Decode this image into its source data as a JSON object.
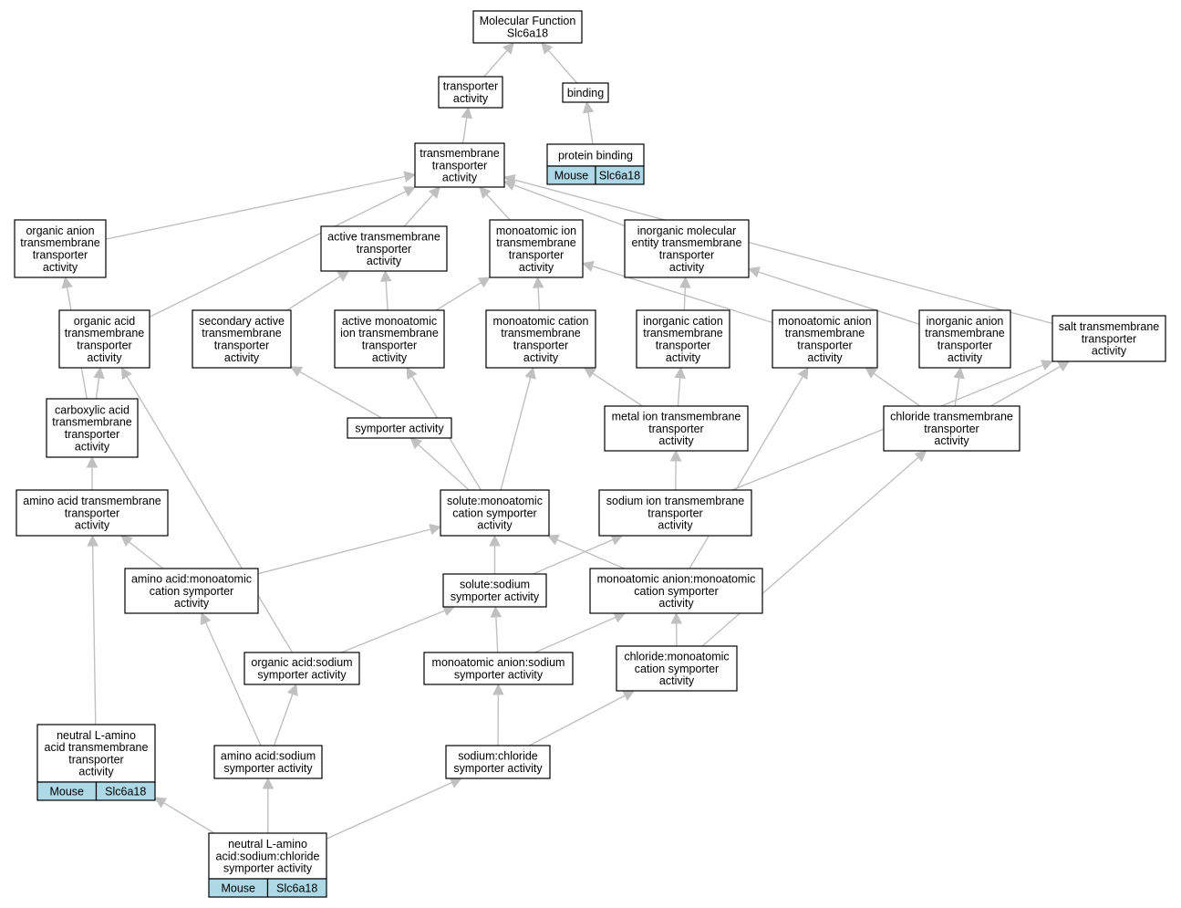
{
  "nodes": {
    "mf": {
      "lines": [
        "Molecular Function",
        "Slc6a18"
      ]
    },
    "transporter": {
      "lines": [
        "transporter",
        "activity"
      ]
    },
    "binding": {
      "lines": [
        "binding"
      ]
    },
    "protein_binding": {
      "lines": [
        "protein binding"
      ],
      "annotation": [
        "Mouse",
        "Slc6a18"
      ]
    },
    "tm_transporter": {
      "lines": [
        "transmembrane",
        "transporter",
        "activity"
      ]
    },
    "organic_anion_tm": {
      "lines": [
        "organic anion",
        "transmembrane",
        "transporter",
        "activity"
      ]
    },
    "active_tm": {
      "lines": [
        "active transmembrane",
        "transporter",
        "activity"
      ]
    },
    "monoatomic_ion_tm": {
      "lines": [
        "monoatomic ion",
        "transmembrane",
        "transporter",
        "activity"
      ]
    },
    "inorganic_molecular_tm": {
      "lines": [
        "inorganic molecular",
        "entity transmembrane",
        "transporter",
        "activity"
      ]
    },
    "organic_acid_tm": {
      "lines": [
        "organic acid",
        "transmembrane",
        "transporter",
        "activity"
      ]
    },
    "secondary_active_tm": {
      "lines": [
        "secondary active",
        "transmembrane",
        "transporter",
        "activity"
      ]
    },
    "active_monoatomic_ion_tm": {
      "lines": [
        "active monoatomic",
        "ion transmembrane",
        "transporter",
        "activity"
      ]
    },
    "monoatomic_cation_tm": {
      "lines": [
        "monoatomic cation",
        "transmembrane",
        "transporter",
        "activity"
      ]
    },
    "inorganic_cation_tm": {
      "lines": [
        "inorganic cation",
        "transmembrane",
        "transporter",
        "activity"
      ]
    },
    "monoatomic_anion_tm": {
      "lines": [
        "monoatomic anion",
        "transmembrane",
        "transporter",
        "activity"
      ]
    },
    "inorganic_anion_tm": {
      "lines": [
        "inorganic anion",
        "transmembrane",
        "transporter",
        "activity"
      ]
    },
    "salt_tm": {
      "lines": [
        "salt transmembrane",
        "transporter",
        "activity"
      ]
    },
    "carboxylic_acid_tm": {
      "lines": [
        "carboxylic acid",
        "transmembrane",
        "transporter",
        "activity"
      ]
    },
    "symporter": {
      "lines": [
        "symporter activity"
      ]
    },
    "metal_ion_tm": {
      "lines": [
        "metal ion transmembrane",
        "transporter",
        "activity"
      ]
    },
    "chloride_tm": {
      "lines": [
        "chloride transmembrane",
        "transporter",
        "activity"
      ]
    },
    "amino_acid_tm": {
      "lines": [
        "amino acid transmembrane",
        "transporter",
        "activity"
      ]
    },
    "solute_monoatomic_cation_sym": {
      "lines": [
        "solute:monoatomic",
        "cation symporter",
        "activity"
      ]
    },
    "sodium_ion_tm": {
      "lines": [
        "sodium ion transmembrane",
        "transporter",
        "activity"
      ]
    },
    "amino_acid_monoatomic_cation_sym": {
      "lines": [
        "amino acid:monoatomic",
        "cation symporter",
        "activity"
      ]
    },
    "solute_sodium_sym": {
      "lines": [
        "solute:sodium",
        "symporter activity"
      ]
    },
    "monoatomic_anion_monoatomic_cation_sym": {
      "lines": [
        "monoatomic anion:monoatomic",
        "cation symporter",
        "activity"
      ]
    },
    "organic_acid_sodium_sym": {
      "lines": [
        "organic acid:sodium",
        "symporter activity"
      ]
    },
    "monoatomic_anion_sodium_sym": {
      "lines": [
        "monoatomic anion:sodium",
        "symporter activity"
      ]
    },
    "chloride_monoatomic_cation_sym": {
      "lines": [
        "chloride:monoatomic",
        "cation symporter",
        "activity"
      ]
    },
    "neutral_l_amino_acid_tm": {
      "lines": [
        "neutral L-amino",
        "acid transmembrane",
        "transporter",
        "activity"
      ],
      "annotation": [
        "Mouse",
        "Slc6a18"
      ]
    },
    "amino_acid_sodium_sym": {
      "lines": [
        "amino acid:sodium",
        "symporter activity"
      ]
    },
    "sodium_chloride_sym": {
      "lines": [
        "sodium:chloride",
        "symporter activity"
      ]
    },
    "neutral_l_amino_acid_sodium_chloride_sym": {
      "lines": [
        "neutral L-amino",
        "acid:sodium:chloride",
        "symporter activity"
      ],
      "annotation": [
        "Mouse",
        "Slc6a18"
      ]
    }
  },
  "edges": [
    [
      "transporter",
      "mf"
    ],
    [
      "binding",
      "mf"
    ],
    [
      "protein_binding",
      "binding"
    ],
    [
      "tm_transporter",
      "transporter"
    ],
    [
      "organic_anion_tm",
      "tm_transporter"
    ],
    [
      "active_tm",
      "tm_transporter"
    ],
    [
      "monoatomic_ion_tm",
      "tm_transporter"
    ],
    [
      "inorganic_molecular_tm",
      "tm_transporter"
    ],
    [
      "organic_acid_tm",
      "tm_transporter"
    ],
    [
      "salt_tm",
      "tm_transporter"
    ],
    [
      "secondary_active_tm",
      "active_tm"
    ],
    [
      "active_monoatomic_ion_tm",
      "active_tm"
    ],
    [
      "active_monoatomic_ion_tm",
      "monoatomic_ion_tm"
    ],
    [
      "monoatomic_cation_tm",
      "monoatomic_ion_tm"
    ],
    [
      "monoatomic_anion_tm",
      "monoatomic_ion_tm"
    ],
    [
      "inorganic_cation_tm",
      "inorganic_molecular_tm"
    ],
    [
      "inorganic_anion_tm",
      "inorganic_molecular_tm"
    ],
    [
      "carboxylic_acid_tm",
      "organic_acid_tm"
    ],
    [
      "carboxylic_acid_tm",
      "organic_anion_tm"
    ],
    [
      "amino_acid_tm",
      "carboxylic_acid_tm"
    ],
    [
      "symporter",
      "secondary_active_tm"
    ],
    [
      "metal_ion_tm",
      "monoatomic_cation_tm"
    ],
    [
      "metal_ion_tm",
      "inorganic_cation_tm"
    ],
    [
      "chloride_tm",
      "monoatomic_anion_tm"
    ],
    [
      "chloride_tm",
      "inorganic_anion_tm"
    ],
    [
      "chloride_tm",
      "salt_tm"
    ],
    [
      "solute_monoatomic_cation_sym",
      "symporter"
    ],
    [
      "solute_monoatomic_cation_sym",
      "active_monoatomic_ion_tm"
    ],
    [
      "solute_monoatomic_cation_sym",
      "monoatomic_cation_tm"
    ],
    [
      "sodium_ion_tm",
      "metal_ion_tm"
    ],
    [
      "sodium_ion_tm",
      "salt_tm"
    ],
    [
      "amino_acid_monoatomic_cation_sym",
      "amino_acid_tm"
    ],
    [
      "amino_acid_monoatomic_cation_sym",
      "solute_monoatomic_cation_sym"
    ],
    [
      "solute_sodium_sym",
      "solute_monoatomic_cation_sym"
    ],
    [
      "solute_sodium_sym",
      "sodium_ion_tm"
    ],
    [
      "monoatomic_anion_monoatomic_cation_sym",
      "solute_monoatomic_cation_sym"
    ],
    [
      "monoatomic_anion_monoatomic_cation_sym",
      "monoatomic_anion_tm"
    ],
    [
      "organic_acid_sodium_sym",
      "organic_acid_tm"
    ],
    [
      "organic_acid_sodium_sym",
      "solute_sodium_sym"
    ],
    [
      "monoatomic_anion_sodium_sym",
      "solute_sodium_sym"
    ],
    [
      "monoatomic_anion_sodium_sym",
      "monoatomic_anion_monoatomic_cation_sym"
    ],
    [
      "chloride_monoatomic_cation_sym",
      "monoatomic_anion_monoatomic_cation_sym"
    ],
    [
      "chloride_monoatomic_cation_sym",
      "chloride_tm"
    ],
    [
      "neutral_l_amino_acid_tm",
      "amino_acid_tm"
    ],
    [
      "amino_acid_sodium_sym",
      "amino_acid_monoatomic_cation_sym"
    ],
    [
      "amino_acid_sodium_sym",
      "organic_acid_sodium_sym"
    ],
    [
      "sodium_chloride_sym",
      "monoatomic_anion_sodium_sym"
    ],
    [
      "sodium_chloride_sym",
      "chloride_monoatomic_cation_sym"
    ],
    [
      "neutral_l_amino_acid_sodium_chloride_sym",
      "neutral_l_amino_acid_tm"
    ],
    [
      "neutral_l_amino_acid_sodium_chloride_sym",
      "amino_acid_sodium_sym"
    ],
    [
      "neutral_l_amino_acid_sodium_chloride_sym",
      "sodium_chloride_sym"
    ]
  ]
}
